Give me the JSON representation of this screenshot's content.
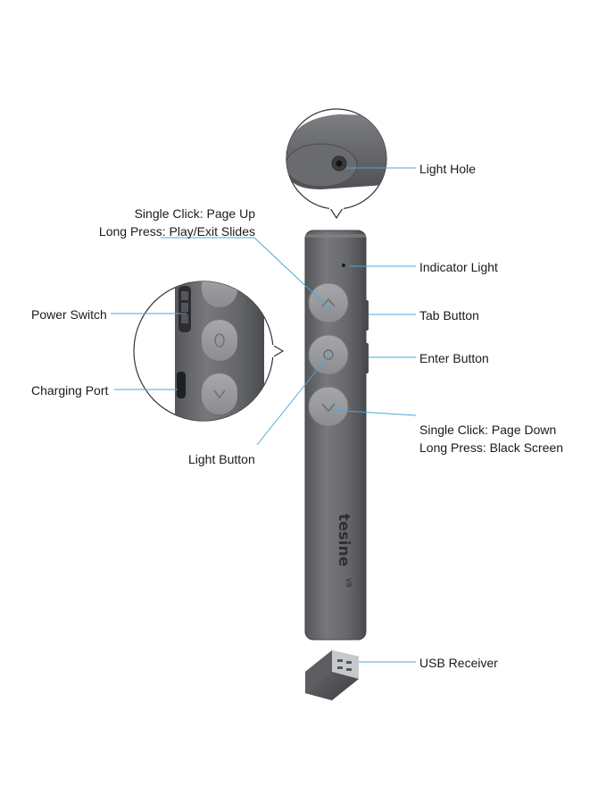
{
  "labels": {
    "light_hole": "Light Hole",
    "page_up_line1": "Single Click: Page Up",
    "page_up_line2": "Long Press: Play/Exit Slides",
    "indicator_light": "Indicator Light",
    "power_switch": "Power Switch",
    "tab_button": "Tab Button",
    "enter_button": "Enter Button",
    "charging_port": "Charging Port",
    "page_down_line1": "Single Click: Page Down",
    "page_down_line2": "Long Press: Black Screen",
    "light_button": "Light Button",
    "usb_receiver": "USB Receiver"
  },
  "brand": {
    "logo_text": "tesine",
    "model_text": "V8"
  },
  "colors": {
    "body": "#6b6c70",
    "body_dark": "#4f5054",
    "button": "#9a9b9f",
    "leader": "#4aa8d8",
    "text": "#1a1a1a"
  },
  "icons": {
    "up": "chevron-up-icon",
    "center": "circle-icon",
    "down": "chevron-down-icon"
  }
}
